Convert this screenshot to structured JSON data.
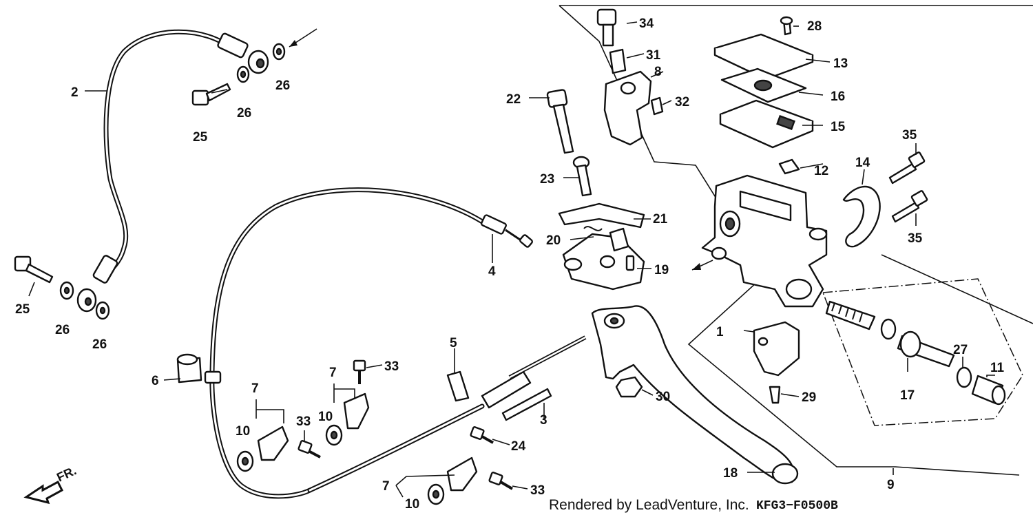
{
  "callouts": [
    {
      "id": "p1",
      "label": "1"
    },
    {
      "id": "p2",
      "label": "2"
    },
    {
      "id": "p3",
      "label": "3"
    },
    {
      "id": "p4",
      "label": "4"
    },
    {
      "id": "p5",
      "label": "5"
    },
    {
      "id": "p6",
      "label": "6"
    },
    {
      "id": "p7a",
      "label": "7"
    },
    {
      "id": "p7b",
      "label": "7"
    },
    {
      "id": "p7c",
      "label": "7"
    },
    {
      "id": "p8",
      "label": "8"
    },
    {
      "id": "p9",
      "label": "9"
    },
    {
      "id": "p10a",
      "label": "10"
    },
    {
      "id": "p10b",
      "label": "10"
    },
    {
      "id": "p10c",
      "label": "10"
    },
    {
      "id": "p11",
      "label": "11"
    },
    {
      "id": "p12",
      "label": "12"
    },
    {
      "id": "p13",
      "label": "13"
    },
    {
      "id": "p14",
      "label": "14"
    },
    {
      "id": "p15",
      "label": "15"
    },
    {
      "id": "p16",
      "label": "16"
    },
    {
      "id": "p17",
      "label": "17"
    },
    {
      "id": "p18",
      "label": "18"
    },
    {
      "id": "p19",
      "label": "19"
    },
    {
      "id": "p20",
      "label": "20"
    },
    {
      "id": "p21",
      "label": "21"
    },
    {
      "id": "p22",
      "label": "22"
    },
    {
      "id": "p23",
      "label": "23"
    },
    {
      "id": "p24",
      "label": "24"
    },
    {
      "id": "p25a",
      "label": "25"
    },
    {
      "id": "p25b",
      "label": "25"
    },
    {
      "id": "p26a",
      "label": "26"
    },
    {
      "id": "p26b",
      "label": "26"
    },
    {
      "id": "p26c",
      "label": "26"
    },
    {
      "id": "p26d",
      "label": "26"
    },
    {
      "id": "p27",
      "label": "27"
    },
    {
      "id": "p28",
      "label": "28"
    },
    {
      "id": "p29",
      "label": "29"
    },
    {
      "id": "p30",
      "label": "30"
    },
    {
      "id": "p31",
      "label": "31"
    },
    {
      "id": "p32",
      "label": "32"
    },
    {
      "id": "p33a",
      "label": "33"
    },
    {
      "id": "p33b",
      "label": "33"
    },
    {
      "id": "p33c",
      "label": "33"
    },
    {
      "id": "p34",
      "label": "34"
    },
    {
      "id": "p35a",
      "label": "35"
    },
    {
      "id": "p35b",
      "label": "35"
    }
  ],
  "footer": {
    "credit": "Rendered by LeadVenture, Inc.",
    "code": "KFG3−F0500B"
  },
  "direction_marker": "FR."
}
